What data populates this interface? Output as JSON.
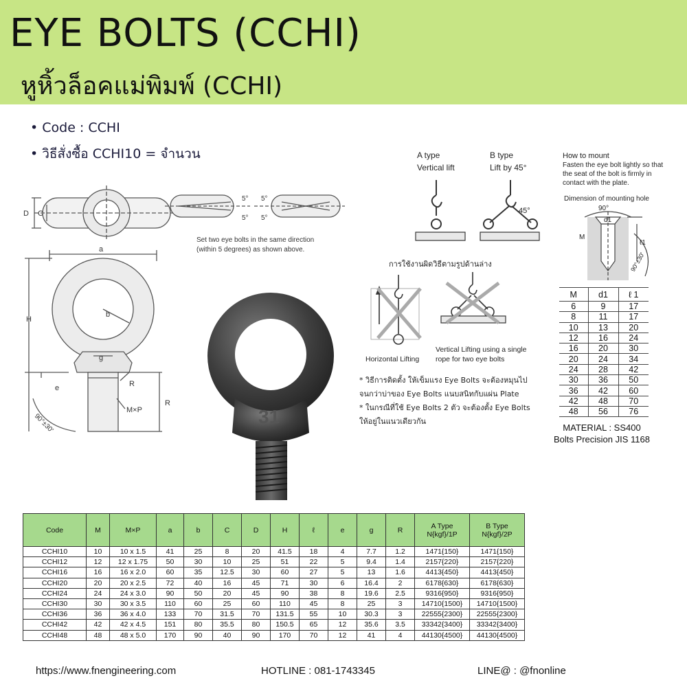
{
  "header": {
    "title_en": "EYE BOLTS (CCHI)",
    "title_th": "หูหิ้วล็อคแม่พิมพ์ (CCHI)"
  },
  "bullets": [
    "Code : CCHI",
    "วิธีสั่งซื้อ CCHI10 = จำนวน"
  ],
  "drawing": {
    "labels": {
      "D": "D",
      "C": "C",
      "a": "a",
      "b": "b",
      "H": "H",
      "g": "g",
      "R_fillet": "R",
      "e": "e",
      "MxP": "M×P",
      "R_len": "R",
      "angle": "90°±30'",
      "five_deg": "5°"
    },
    "caption": [
      "Set two eye bolts in the same direction",
      "(within 5 degrees) as shown above."
    ]
  },
  "types": {
    "a_title": "A type",
    "a_sub": "Vertical lift",
    "b_title": "B type",
    "b_sub": "Lift by 45°",
    "angle45": "45°",
    "bad_caption": "การใช้งานผิดวิธีตามรูปด้านล่าง",
    "horizontal": "Horizontal Lifting",
    "vertical_single": [
      "Vertical Lifting using a single",
      "rope for two eye bolts"
    ]
  },
  "mount": {
    "title": "How to mount",
    "desc": [
      "Fasten the eye bolt lightly so that",
      "the seat of the bolt is firmly in",
      "contact with the plate."
    ],
    "hole_title": "Dimension of mounting hole",
    "angle_top": "90°",
    "d1": "d1",
    "M": "M",
    "l1": "ℓ1",
    "angle_side": "90°±30'"
  },
  "mount_table": {
    "headers": [
      "M",
      "d1",
      "ℓ 1"
    ],
    "rows": [
      [
        "6",
        "9",
        "17"
      ],
      [
        "8",
        "11",
        "17"
      ],
      [
        "10",
        "13",
        "20"
      ],
      [
        "12",
        "16",
        "24"
      ],
      [
        "16",
        "20",
        "30"
      ],
      [
        "20",
        "24",
        "34"
      ],
      [
        "24",
        "28",
        "42"
      ],
      [
        "30",
        "36",
        "50"
      ],
      [
        "36",
        "42",
        "60"
      ],
      [
        "42",
        "48",
        "70"
      ],
      [
        "48",
        "56",
        "76"
      ]
    ]
  },
  "material": [
    "MATERIAL : SS400",
    "Bolts Precision JIS 1168"
  ],
  "notes": [
    "* วิธีการติดตั้ง ให้เข็มแรง Eye Bolts จะต้องหมุนไป",
    "จนกว่าบ่าของ Eye Bolts แนบสนิทกับแผ่น Plate",
    "* ในกรณีที่ใช้ Eye Bolts 2 ตัว จะต้องตั้ง Eye Bolts",
    "ให้อยู่ในแนวเดียวกัน"
  ],
  "photo": {
    "marking": "31"
  },
  "spec_table": {
    "headers": [
      "Code",
      "M",
      "M×P",
      "a",
      "b",
      "C",
      "D",
      "H",
      "ℓ",
      "e",
      "g",
      "R",
      "A Type\nN{kgf}/1P",
      "B Type\nN{kgf}/2P"
    ],
    "rows": [
      [
        "CCHI10",
        "10",
        "10 x 1.5",
        "41",
        "25",
        "8",
        "20",
        "41.5",
        "18",
        "4",
        "7.7",
        "1.2",
        "1471{150}",
        "1471{150}"
      ],
      [
        "CCHI12",
        "12",
        "12 x 1.75",
        "50",
        "30",
        "10",
        "25",
        "51",
        "22",
        "5",
        "9.4",
        "1.4",
        "2157{220}",
        "2157{220}"
      ],
      [
        "CCHI16",
        "16",
        "16 x 2.0",
        "60",
        "35",
        "12.5",
        "30",
        "60",
        "27",
        "5",
        "13",
        "1.6",
        "4413{450}",
        "4413{450}"
      ],
      [
        "CCHI20",
        "20",
        "20 x 2.5",
        "72",
        "40",
        "16",
        "45",
        "71",
        "30",
        "6",
        "16.4",
        "2",
        "6178{630}",
        "6178{630}"
      ],
      [
        "CCHI24",
        "24",
        "24 x 3.0",
        "90",
        "50",
        "20",
        "45",
        "90",
        "38",
        "8",
        "19.6",
        "2.5",
        "9316{950}",
        "9316{950}"
      ],
      [
        "CCHI30",
        "30",
        "30 x 3.5",
        "110",
        "60",
        "25",
        "60",
        "110",
        "45",
        "8",
        "25",
        "3",
        "14710{1500}",
        "14710{1500}"
      ],
      [
        "CCHI36",
        "36",
        "36 x 4.0",
        "133",
        "70",
        "31.5",
        "70",
        "131.5",
        "55",
        "10",
        "30.3",
        "3",
        "22555{2300}",
        "22555{2300}"
      ],
      [
        "CCHI42",
        "42",
        "42 x 4.5",
        "151",
        "80",
        "35.5",
        "80",
        "150.5",
        "65",
        "12",
        "35.6",
        "3.5",
        "33342{3400}",
        "33342{3400}"
      ],
      [
        "CCHI48",
        "48",
        "48 x 5.0",
        "170",
        "90",
        "40",
        "90",
        "170",
        "70",
        "12",
        "41",
        "4",
        "44130{4500}",
        "44130{4500}"
      ]
    ]
  },
  "footer": {
    "website": "https://www.fnengineering.com",
    "hotline": "HOTLINE : 081-1743345",
    "line": "LINE@ : @fnonline"
  },
  "colors": {
    "header_bg": "#c7e585",
    "table_header_bg": "#a6d98d"
  }
}
